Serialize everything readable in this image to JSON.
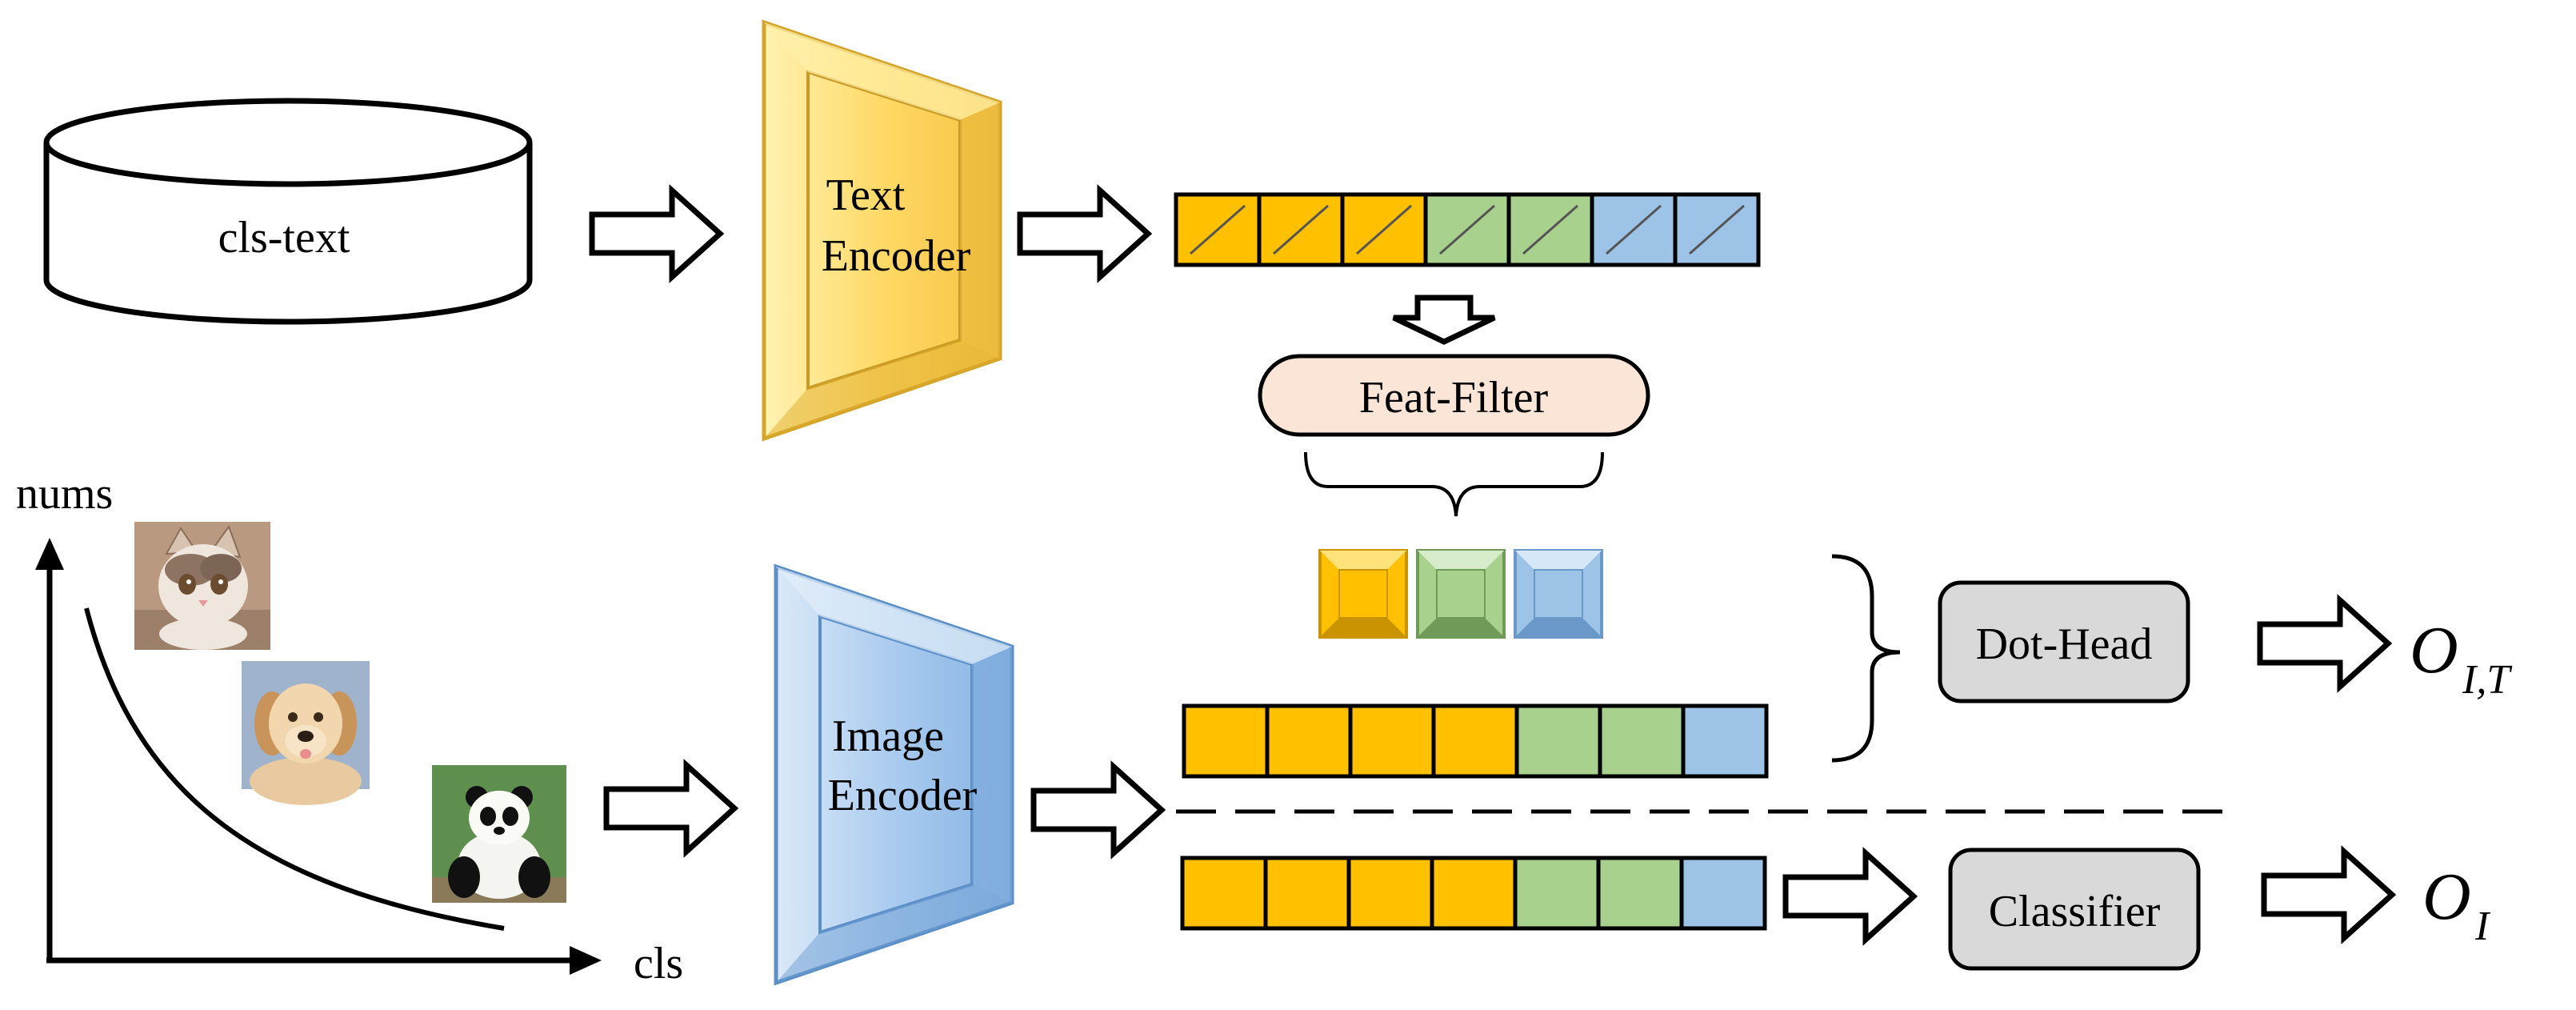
{
  "colors": {
    "yellow": "#ffc000",
    "green": "#a9d18e",
    "blue": "#9dc3e6",
    "text_encoder": "#ffd966",
    "image_encoder": "#a9cbef",
    "feat_filter_fill": "#fbe5d6",
    "head_fill": "#d9d9d9"
  },
  "labels": {
    "cls_text": "cls-text",
    "text_encoder_line1": "Text",
    "text_encoder_line2": "Encoder",
    "image_encoder_line1": "Image",
    "image_encoder_line2": "Encoder",
    "feat_filter": "Feat-Filter",
    "dot_head": "Dot-Head",
    "classifier": "Classifier",
    "axis_y": "nums",
    "axis_x": "cls"
  },
  "outputs": {
    "dot_head_symbol": "O",
    "dot_head_subscript": "I,T",
    "classifier_symbol": "O",
    "classifier_subscript": "I"
  },
  "feature_vectors": {
    "text": [
      "yellow",
      "yellow",
      "yellow",
      "green",
      "green",
      "blue",
      "blue"
    ],
    "image_top": [
      "yellow",
      "yellow",
      "yellow",
      "yellow",
      "green",
      "green",
      "blue"
    ],
    "image_bottom": [
      "yellow",
      "yellow",
      "yellow",
      "yellow",
      "green",
      "green",
      "blue"
    ],
    "filtered": [
      "yellow",
      "green",
      "blue"
    ]
  },
  "images": [
    "cat-photo",
    "dog-photo",
    "panda-photo"
  ]
}
